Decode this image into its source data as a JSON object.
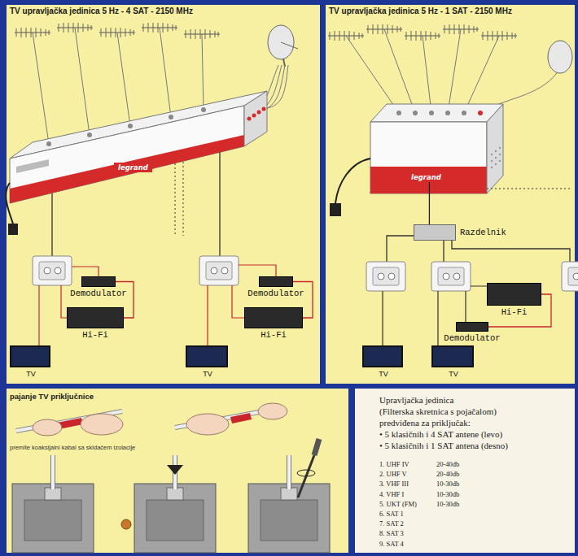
{
  "diagram": {
    "nodes": [
      {
        "text": [
          "legrand"
        ]
      },
      {
        "text": [
          "Demodulator"
        ]
      },
      {
        "text": [
          "Hi-Fi"
        ]
      },
      {
        "text": [
          "TV"
        ]
      },
      {
        "text": [
          "Demodulator"
        ]
      },
      {
        "text": [
          "Hi-Fi"
        ]
      },
      {
        "text": [
          "TV"
        ]
      },
      {
        "text": [
          "legrand"
        ]
      },
      {
        "text": [
          "Razdelnik"
        ]
      },
      {
        "text": [
          "Hi-Fi"
        ]
      },
      {
        "text": [
          "Demodulator"
        ]
      },
      {
        "text": [
          "TV"
        ]
      },
      {
        "text": [
          "TV"
        ]
      }
    ],
    "edges": [
      {
        "from": 1,
        "to": 2,
        "arrow": "none"
      },
      {
        "from": 4,
        "to": 5,
        "arrow": "none"
      },
      {
        "from": 7,
        "to": 8,
        "arrow": "none"
      },
      {
        "from": 10,
        "to": 9,
        "arrow": "none"
      }
    ],
    "labels": [
      "TV upravljačka jedinica 5 Hz - 4 SAT - 2150 MHz",
      "TV upravljačka jedinica 5 Hz - 1 SAT - 2150 MHz",
      "pajanje TV priključnice",
      "premite koaksijalni kabal sa skidačem izolacije",
      "Upravljačka jedinica",
      "(Filterska skretnica s pojačalom)",
      "predviđena za priključak:",
      "• 5 klasičnih i 4 SAT antene (levo)",
      "• 5 klasičnih i 1 SAT antena (desno)",
      "1. UHF IV",
      "20-40db",
      "2. UHF V",
      "20-40db",
      "3. VHF III",
      "10-30db",
      "4. VHF I",
      "10-30db",
      "5. UKT (FM)",
      "10-30db",
      "6. SAT 1",
      "7. SAT 2",
      "8. SAT 3",
      "9. SAT 4"
    ]
  }
}
